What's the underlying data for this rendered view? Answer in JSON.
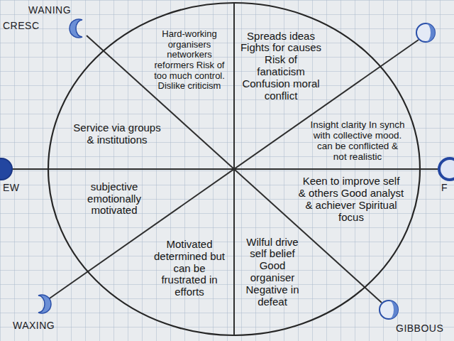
{
  "diagram": {
    "nodes": [
      {
        "text": [
          "Hard-working organisers networkers reformers Risk of too much control. Dislike criticism"
        ]
      },
      {
        "text": [
          "Spreads ideas Fights for causes Risk of fanaticism Confusion moral conflict"
        ]
      },
      {
        "text": [
          "Insight clarity In synch with collective mood. can be conflicted & not realistic"
        ]
      },
      {
        "text": [
          "Service via groups & institutions"
        ]
      },
      {
        "text": [
          "subjective emotionally motivated"
        ]
      },
      {
        "text": [
          "Keen to improve self & others Good analyst & achiever Spiritual focus"
        ]
      },
      {
        "text": [
          "Wilful drive self belief Good organiser Negative in defeat"
        ]
      },
      {
        "text": [
          "Motivated determined but can be frustrated in efforts"
        ]
      }
    ],
    "labels": [
      "WANING",
      "CRESC",
      "EW",
      "F",
      "WAXING",
      "GIBBOUS"
    ]
  }
}
